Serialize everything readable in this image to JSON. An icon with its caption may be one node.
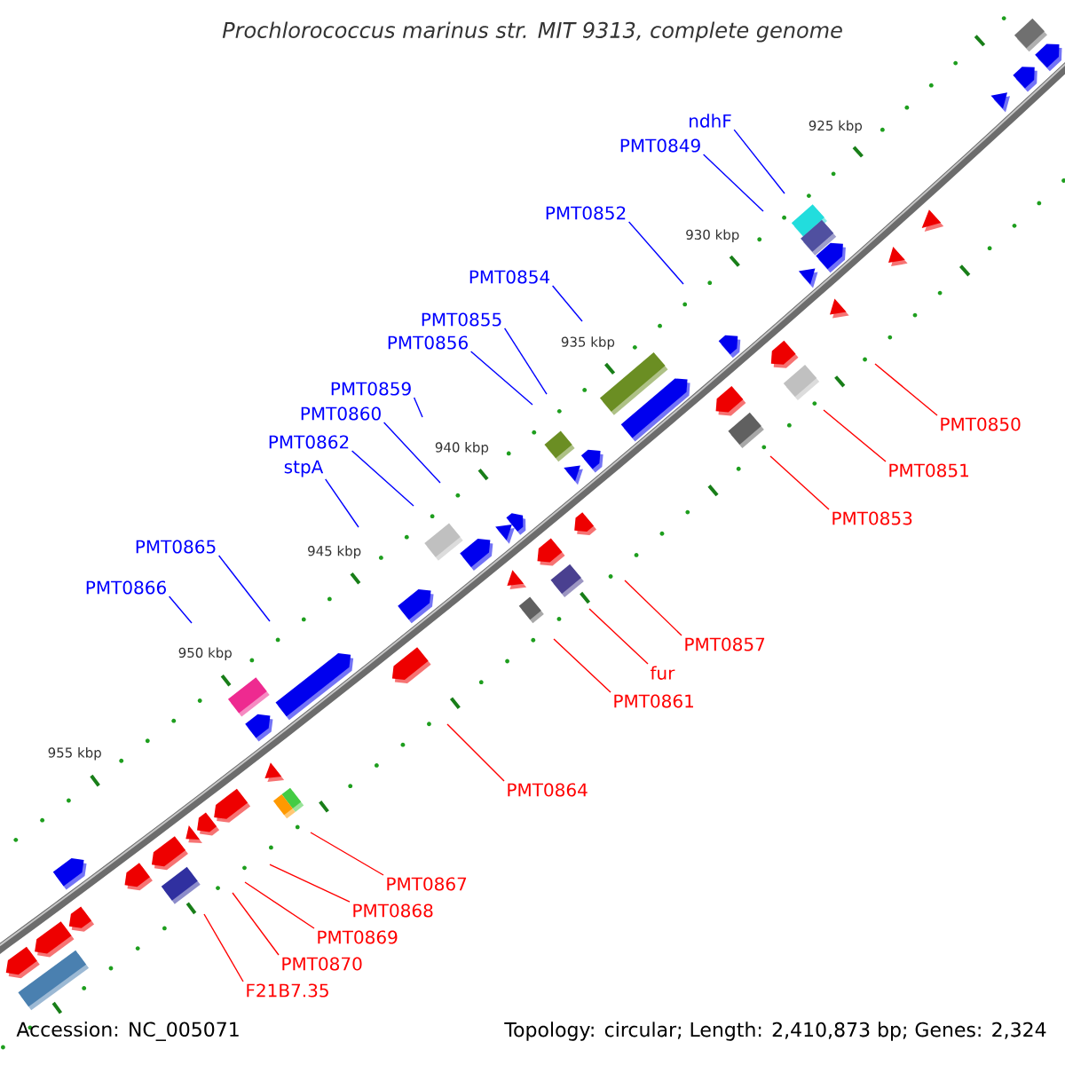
{
  "diagram": {
    "title": "Prochlorococcus marinus str. MIT 9313, complete genome",
    "nodes": [
      {
        "text": [
          "ndhF"
        ]
      },
      {
        "text": [
          "PMT0849"
        ]
      },
      {
        "text": [
          "PMT0852"
        ]
      },
      {
        "text": [
          "PMT0854"
        ]
      },
      {
        "text": [
          "PMT0855"
        ]
      },
      {
        "text": [
          "PMT0856"
        ]
      },
      {
        "text": [
          "PMT0859"
        ]
      },
      {
        "text": [
          "PMT0860"
        ]
      },
      {
        "text": [
          "PMT0862"
        ]
      },
      {
        "text": [
          "stpA"
        ]
      },
      {
        "text": [
          "PMT0865"
        ]
      },
      {
        "text": [
          "PMT0866"
        ]
      },
      {
        "text": [
          "PMT0850"
        ]
      },
      {
        "text": [
          "PMT0851"
        ]
      },
      {
        "text": [
          "PMT0853"
        ]
      },
      {
        "text": [
          "PMT0857"
        ]
      },
      {
        "text": [
          "fur"
        ]
      },
      {
        "text": [
          "PMT0861"
        ]
      },
      {
        "text": [
          "PMT0864"
        ]
      },
      {
        "text": [
          "PMT0867"
        ]
      },
      {
        "text": [
          "PMT0868"
        ]
      },
      {
        "text": [
          "PMT0869"
        ]
      },
      {
        "text": [
          "PMT0870"
        ]
      },
      {
        "text": [
          "F21B7.35"
        ]
      }
    ],
    "edges": [
      {
        "from": 0,
        "to": null,
        "arrow": "none"
      },
      {
        "from": 1,
        "to": null,
        "arrow": "none"
      },
      {
        "from": 2,
        "to": null,
        "arrow": "none"
      },
      {
        "from": 3,
        "to": null,
        "arrow": "none"
      },
      {
        "from": 4,
        "to": null,
        "arrow": "none"
      },
      {
        "from": 5,
        "to": null,
        "arrow": "none"
      },
      {
        "from": 6,
        "to": null,
        "arrow": "none"
      },
      {
        "from": 7,
        "to": null,
        "arrow": "none"
      },
      {
        "from": 8,
        "to": null,
        "arrow": "none"
      },
      {
        "from": 9,
        "to": null,
        "arrow": "none"
      },
      {
        "from": 10,
        "to": null,
        "arrow": "none"
      },
      {
        "from": 11,
        "to": null,
        "arrow": "none"
      },
      {
        "from": 12,
        "to": null,
        "arrow": "none",
        "color": "#ff0000"
      },
      {
        "from": 13,
        "to": null,
        "arrow": "none",
        "color": "#ff0000"
      },
      {
        "from": 14,
        "to": null,
        "arrow": "none",
        "color": "#ff0000"
      },
      {
        "from": 15,
        "to": null,
        "arrow": "none",
        "color": "#ff0000"
      },
      {
        "from": 16,
        "to": null,
        "arrow": "none",
        "color": "#ff0000"
      },
      {
        "from": 17,
        "to": null,
        "arrow": "none",
        "color": "#ff0000"
      },
      {
        "from": 18,
        "to": null,
        "arrow": "none",
        "color": "#ff0000"
      },
      {
        "from": 19,
        "to": null,
        "arrow": "none",
        "color": "#ff0000"
      },
      {
        "from": 20,
        "to": null,
        "arrow": "none",
        "color": "#ff0000"
      },
      {
        "from": 21,
        "to": null,
        "arrow": "none",
        "color": "#ff0000"
      },
      {
        "from": 22,
        "to": null,
        "arrow": "none",
        "color": "#ff0000"
      },
      {
        "from": 23,
        "to": null,
        "arrow": "none",
        "color": "#ff0000"
      }
    ],
    "labels": [
      "925 kbp",
      "930 kbp",
      "935 kbp",
      "940 kbp",
      "945 kbp",
      "950 kbp",
      "955 kbp",
      "Accession: NC_005071",
      "Topology: circular; Length: 2,410,873 bp; Genes: 2,324"
    ]
  }
}
